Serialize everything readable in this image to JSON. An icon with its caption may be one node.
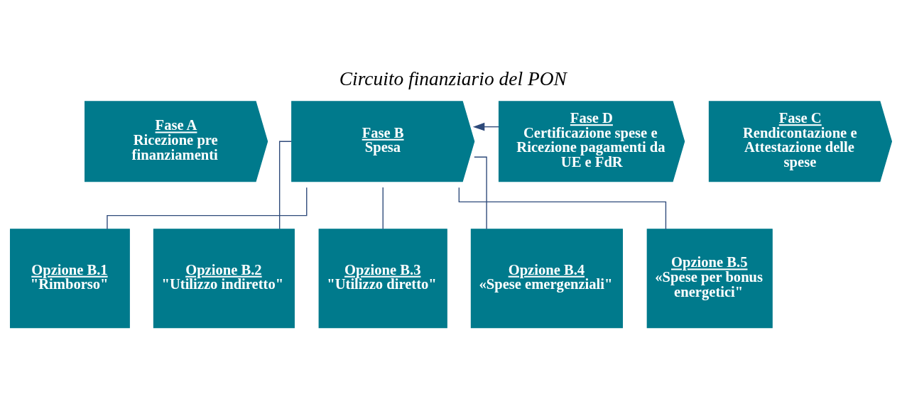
{
  "diagram": {
    "title": "Circuito finanziario del PON",
    "nodes": [
      {
        "text": [
          "Fase A",
          "Ricezione pre finanziamenti"
        ]
      },
      {
        "text": [
          "Fase B",
          "Spesa"
        ]
      },
      {
        "text": [
          "Fase C",
          "Rendicontazione e Attestazione delle spese"
        ]
      },
      {
        "text": [
          "Fase D",
          "Certificazione spese e Ricezione pagamenti da UE e FdR"
        ]
      },
      {
        "text": [
          "Opzione B.1",
          "\"Rimborso\""
        ]
      },
      {
        "text": [
          "Opzione B.2",
          "\"Utilizzo indiretto\""
        ]
      },
      {
        "text": [
          "Opzione B.3",
          "\"Utilizzo diretto\""
        ]
      },
      {
        "text": [
          "Opzione B.4",
          "«Spese emergenziali\""
        ]
      },
      {
        "text": [
          "Opzione B.5",
          "«Spese per bonus energetici\""
        ]
      }
    ],
    "edges": [
      {
        "from": 3,
        "to": 1,
        "arrow": "to"
      },
      {
        "from": 1,
        "to": 4,
        "arrow": "none"
      },
      {
        "from": 1,
        "to": 5,
        "arrow": "none"
      },
      {
        "from": 1,
        "to": 6,
        "arrow": "none"
      },
      {
        "from": 1,
        "to": 7,
        "arrow": "none"
      },
      {
        "from": 1,
        "to": 8,
        "arrow": "none"
      }
    ]
  }
}
